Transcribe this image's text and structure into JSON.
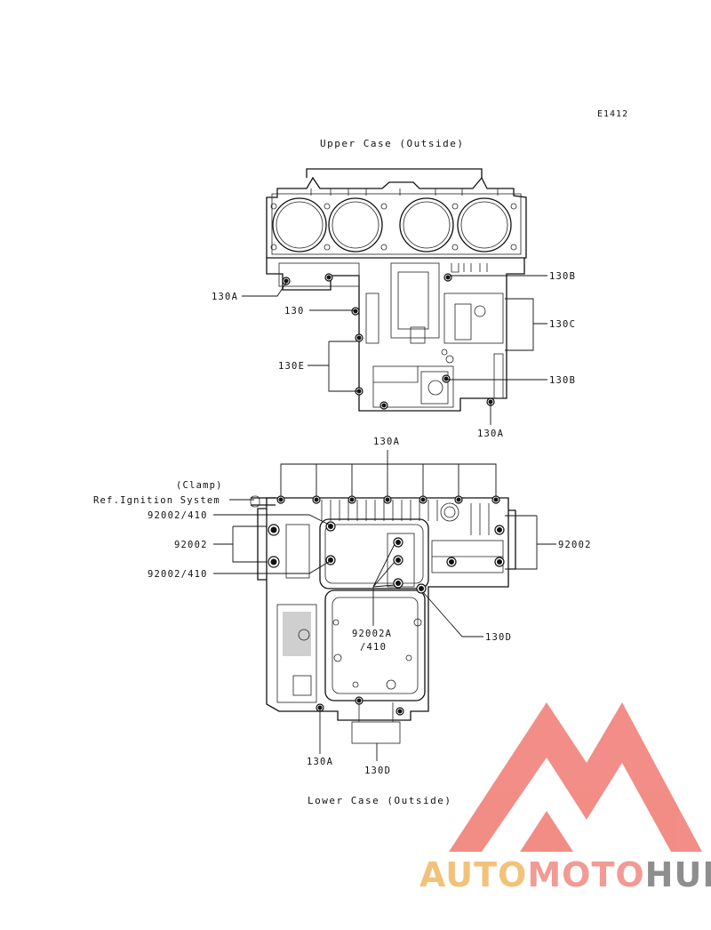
{
  "diagram_code": "E1412",
  "upper_title": "Upper Case (Outside)",
  "lower_title": "Lower Case (Outside)",
  "upper_labels": {
    "l130a_left": "130A",
    "l130": "130",
    "l130e": "130E",
    "l130b_top": "130B",
    "l130c": "130C",
    "l130b_bottom": "130B",
    "l130a_bottom": "130A"
  },
  "lower_labels": {
    "l130a_top": "130A",
    "clamp": "(Clamp)",
    "ref_ignition": "Ref.Ignition System",
    "l92002_410_a": "92002/410",
    "l92002_left": "92002",
    "l92002_410_b": "92002/410",
    "l92002a": "92002A",
    "l410": "/410",
    "l130d_right": "130D",
    "l92002_right": "92002",
    "l130a_bottom": "130A",
    "l130d_bottom": "130D"
  },
  "watermark": {
    "part1": "AUTO",
    "part2": "MOTO",
    "part3": "HUB",
    "color_auto": "#f3c27a",
    "color_moto": "#f29a94",
    "color_hub": "#8e8e8e",
    "logo_color": "#f07a72"
  }
}
